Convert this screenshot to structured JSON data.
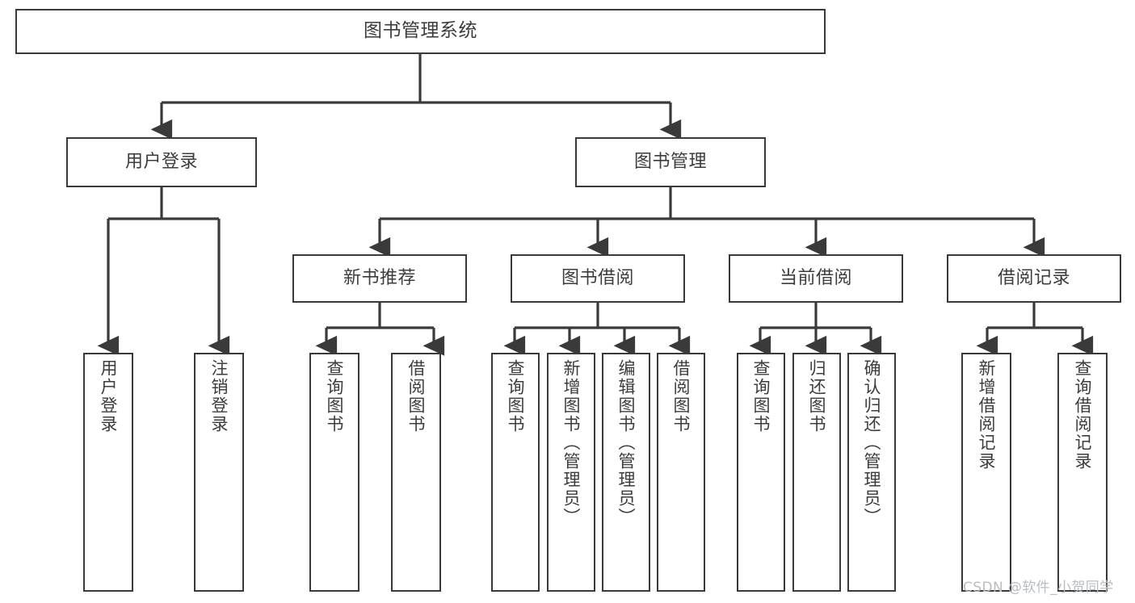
{
  "diagram": {
    "title": "图书管理系统",
    "type": "hierarchy-tree",
    "levels": [
      {
        "level": 1,
        "nodes": [
          {
            "id": "root",
            "label": "图书管理系统",
            "orientation": "horizontal"
          }
        ]
      },
      {
        "level": 2,
        "nodes": [
          {
            "id": "user-login",
            "label": "用户登录",
            "orientation": "horizontal"
          },
          {
            "id": "book-manage",
            "label": "图书管理",
            "orientation": "horizontal"
          }
        ]
      },
      {
        "level": 3,
        "nodes": [
          {
            "id": "new-book-rec",
            "label": "新书推荐",
            "orientation": "horizontal"
          },
          {
            "id": "book-borrow",
            "label": "图书借阅",
            "orientation": "horizontal"
          },
          {
            "id": "current-borrow",
            "label": "当前借阅",
            "orientation": "horizontal"
          },
          {
            "id": "borrow-record",
            "label": "借阅记录",
            "orientation": "horizontal"
          }
        ]
      },
      {
        "level": 4,
        "nodes": [
          {
            "id": "leaf-user-login",
            "label": "用户登录",
            "orientation": "vertical",
            "parent": "user-login"
          },
          {
            "id": "leaf-user-logout",
            "label": "注销登录",
            "orientation": "vertical",
            "parent": "user-login"
          },
          {
            "id": "leaf-query-book-a",
            "label": "查询图书",
            "orientation": "vertical",
            "parent": "new-book-rec"
          },
          {
            "id": "leaf-borrow-book-a",
            "label": "借阅图书",
            "orientation": "vertical",
            "parent": "new-book-rec"
          },
          {
            "id": "leaf-query-book-b",
            "label": "查询图书",
            "orientation": "vertical",
            "parent": "book-borrow"
          },
          {
            "id": "leaf-add-book",
            "label": "新增图书（管理员）",
            "orientation": "vertical",
            "parent": "book-borrow"
          },
          {
            "id": "leaf-edit-book",
            "label": "编辑图书（管理员）",
            "orientation": "vertical",
            "parent": "book-borrow"
          },
          {
            "id": "leaf-borrow-book-b",
            "label": "借阅图书",
            "orientation": "vertical",
            "parent": "book-borrow"
          },
          {
            "id": "leaf-query-book-c",
            "label": "查询图书",
            "orientation": "vertical",
            "parent": "current-borrow"
          },
          {
            "id": "leaf-return-book",
            "label": "归还图书",
            "orientation": "vertical",
            "parent": "current-borrow"
          },
          {
            "id": "leaf-confirm-return",
            "label": "确认归还（管理员）",
            "orientation": "vertical",
            "parent": "current-borrow"
          },
          {
            "id": "leaf-add-record",
            "label": "新增借阅记录",
            "orientation": "vertical",
            "parent": "borrow-record"
          },
          {
            "id": "leaf-query-record",
            "label": "查询借阅记录",
            "orientation": "vertical",
            "parent": "borrow-record"
          }
        ]
      }
    ]
  },
  "watermark": {
    "text": "CSDN @软件_小贺同学"
  },
  "colors": {
    "stroke": "#3a3a3a",
    "text": "#3c3c3c",
    "background": "#ffffff",
    "watermark": "#b9bcc1"
  }
}
